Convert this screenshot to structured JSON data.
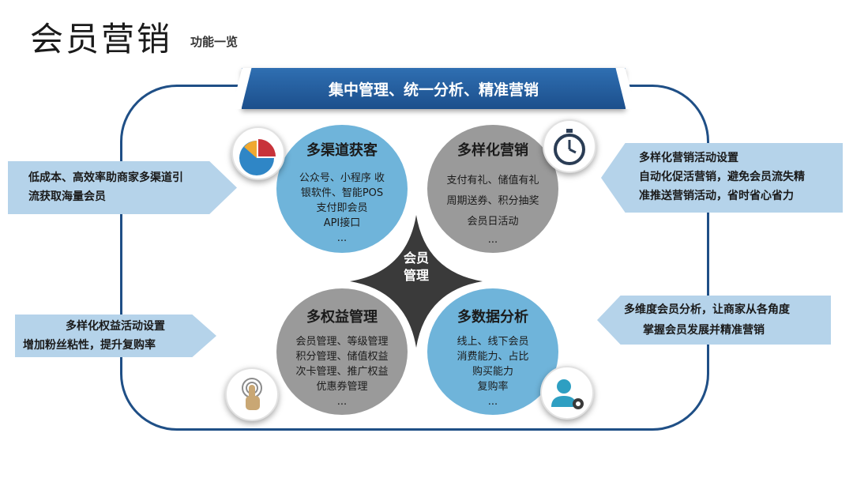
{
  "header": {
    "title": "会员营销",
    "subtitle": "功能一览"
  },
  "banner": {
    "text": "集中管理、统一分析、精准营销"
  },
  "center": {
    "line1": "会员",
    "line2": "管理"
  },
  "quadrants": {
    "tl": {
      "title": "多渠道获客",
      "lines": [
        "公众号、小程序  收",
        "银软件、智能POS",
        "支付即会员",
        "API接口",
        "..."
      ],
      "icon": "pie-chart-icon"
    },
    "tr": {
      "title": "多样化营销",
      "lines": [
        "支付有礼、储值有礼",
        "周期送券、积分抽奖",
        "会员日活动",
        "..."
      ],
      "icon": "stopwatch-icon"
    },
    "bl": {
      "title": "多权益管理",
      "lines": [
        "会员管理、等级管理",
        "积分管理、储值权益",
        "次卡管理、推广权益",
        "优惠券管理",
        "..."
      ],
      "icon": "tap-hand-icon"
    },
    "br": {
      "title": "多数据分析",
      "lines": [
        "线上、线下会员",
        "消费能力、占比",
        "购买能力",
        "复购率",
        "..."
      ],
      "icon": "user-gear-icon"
    }
  },
  "callouts": {
    "left1": [
      "低成本、高效率助商家多渠道引",
      "流获取海量会员"
    ],
    "left2": [
      "多样化权益活动设置",
      "增加粉丝粘性，提升复购率"
    ],
    "right1": [
      "多样化营销活动设置",
      "自动化促活营销，避免会员流失精",
      "准推送营销活动，省时省心省力"
    ],
    "right2": [
      "多维度会员分析，让商家从各角度",
      "掌握会员发展并精准营销"
    ]
  },
  "colors": {
    "navy": "#1f4f86",
    "blue_circle": "#6fb4da",
    "gray_circle": "#9a9a9a",
    "callout": "#b5d3ea",
    "center": "#3a3a3a"
  }
}
